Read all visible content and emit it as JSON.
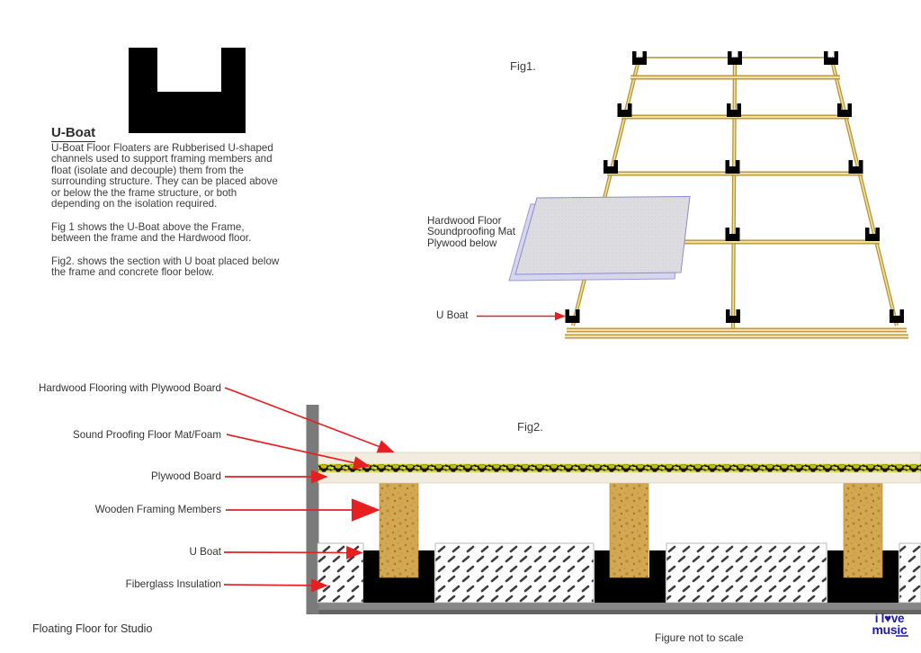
{
  "colors": {
    "accent_red": "#e62020",
    "wood_gold": "#b8922d",
    "wood_fill": "#f0dfa6",
    "post_tan": "#d3a753",
    "cream_layer": "#f2ecdf",
    "wall_gray": "#7a7a7a",
    "uboat_black": "#000000",
    "mat_gray": "#dcdcdc",
    "logo_blue": "#1c19af"
  },
  "info_panel": {
    "heading": "U-Boat",
    "body_paragraph": "U-Boat Floor Floaters are Rubberised U-shaped\nchannels used to support framing members and\nfloat (isolate and decouple) them from the\nsurrounding structure. They can be placed above\nor below the the frame structure, or both\ndepending on the isolation required.",
    "fig1_note": "Fig 1 shows the U-Boat above the Frame,\nbetween the frame and the Hardwood floor.",
    "fig2_note": "Fig2. shows the section with U boat placed below\nthe frame and concrete floor below."
  },
  "fig1": {
    "caption": "Fig1.",
    "mat_label": "Hardwood Floor\nSoundproofing Mat\nPlywood below",
    "uboat_label": "U Boat"
  },
  "fig2": {
    "caption": "Fig2.",
    "callouts": [
      "Hardwood Flooring with Plywood Board",
      "Sound Proofing Floor Mat/Foam",
      "Plywood Board",
      "Wooden Framing Members",
      "U Boat",
      "Fiberglass Insulation"
    ]
  },
  "footer": {
    "drawing_title": "Floating Floor for Studio",
    "scale_note": "Figure not to scale"
  },
  "logo": {
    "line1": "i l♥ve",
    "line2": "music"
  }
}
